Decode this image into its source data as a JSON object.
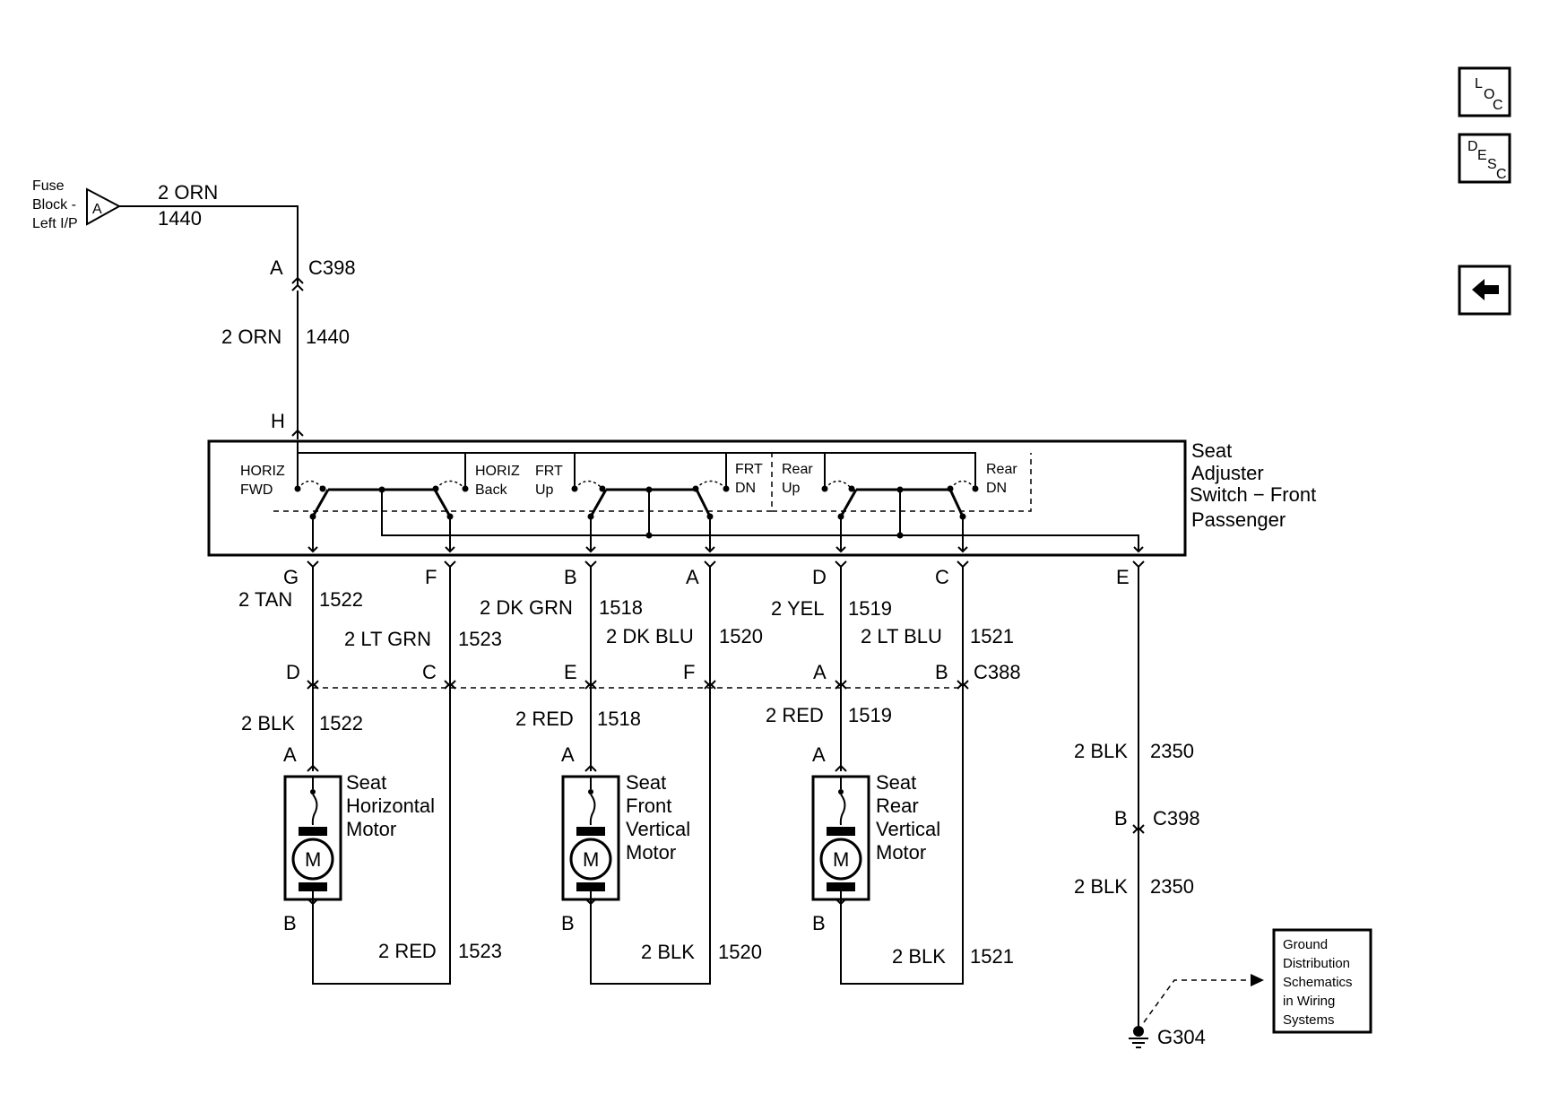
{
  "nav": {
    "loc": {
      "l1": "L",
      "l2": "O",
      "l3": "C"
    },
    "desc": {
      "l1": "D",
      "l2": "E",
      "l3": "S",
      "l4": "C"
    }
  },
  "fuse": {
    "line1": "Fuse",
    "line2": "Block -",
    "line3": "Left I/P",
    "pin": "A"
  },
  "wire_top": {
    "color": "2 ORN",
    "circuit": "1440"
  },
  "c398_top": {
    "pin": "A",
    "name": "C398"
  },
  "wire_mid": {
    "color": "2 ORN",
    "circuit": "1440"
  },
  "switch_pin_h": "H",
  "switch": {
    "title1": "Seat",
    "title2": "Adjuster",
    "title3": "Switch − Front",
    "title4": "Passenger",
    "horiz_fwd_1": "HORIZ",
    "horiz_fwd_2": "FWD",
    "horiz_back_1": "HORIZ",
    "horiz_back_2": "Back",
    "frt_up_1": "FRT",
    "frt_up_2": "Up",
    "frt_dn_1": "FRT",
    "frt_dn_2": "DN",
    "rear_up_1": "Rear",
    "rear_up_2": "Up",
    "rear_dn_1": "Rear",
    "rear_dn_2": "DN"
  },
  "switch_pins": {
    "g": "G",
    "f": "F",
    "b": "B",
    "a": "A",
    "d": "D",
    "c": "C",
    "e": "E"
  },
  "wires_upper": {
    "w1_color": "2 TAN",
    "w1_circ": "1522",
    "w2_color": "2 LT GRN",
    "w2_circ": "1523",
    "w3_color": "2 DK GRN",
    "w3_circ": "1518",
    "w4_color": "2 DK BLU",
    "w4_circ": "1520",
    "w5_color": "2 YEL",
    "w5_circ": "1519",
    "w6_color": "2 LT BLU",
    "w6_circ": "1521"
  },
  "c388": {
    "d": "D",
    "c": "C",
    "e": "E",
    "f": "F",
    "a": "A",
    "b": "B",
    "name": "C388"
  },
  "wires_lower": {
    "w1_color": "2 BLK",
    "w1_circ": "1522",
    "w3_color": "2 RED",
    "w3_circ": "1518",
    "w5_color": "2 RED",
    "w5_circ": "1519"
  },
  "motors": {
    "m1_l1": "Seat",
    "m1_l2": "Horizontal",
    "m1_l3": "Motor",
    "m2_l1": "Seat",
    "m2_l2": "Front",
    "m2_l3": "Vertical",
    "m2_l4": "Motor",
    "m3_l1": "Seat",
    "m3_l2": "Rear",
    "m3_l3": "Vertical",
    "m3_l4": "Motor",
    "m": "M",
    "pin_a": "A",
    "pin_b": "B"
  },
  "return_wires": {
    "r1_color": "2 RED",
    "r1_circ": "1523",
    "r2_color": "2 BLK",
    "r2_circ": "1520",
    "r3_color": "2 BLK",
    "r3_circ": "1521"
  },
  "ground_path": {
    "w1_color": "2 BLK",
    "w1_circ": "2350",
    "c398_pin": "B",
    "c398_name": "C398",
    "w2_color": "2 BLK",
    "w2_circ": "2350",
    "ground": "G304"
  },
  "ground_ref": {
    "l1": "Ground",
    "l2": "Distribution",
    "l3": "Schematics",
    "l4": "in Wiring",
    "l5": "Systems"
  }
}
